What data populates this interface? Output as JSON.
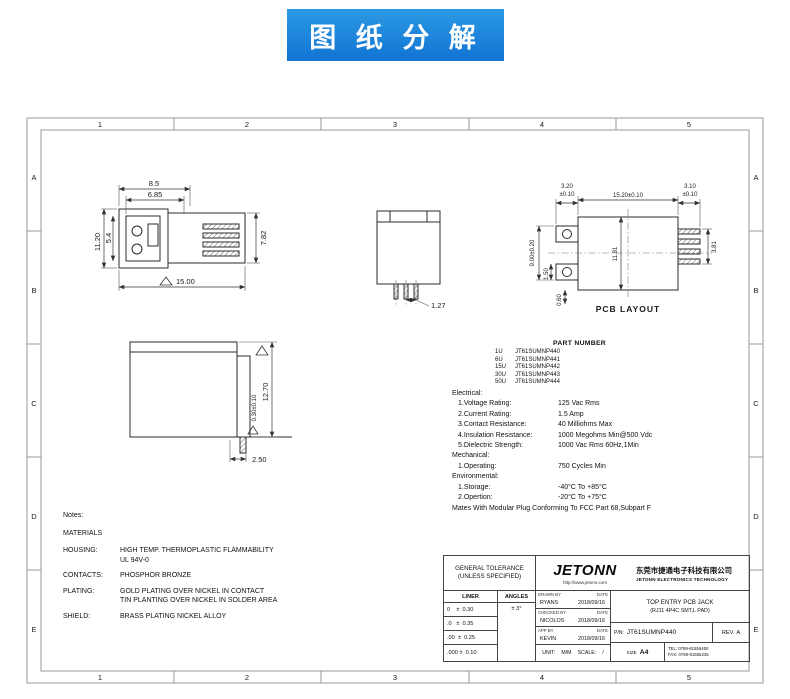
{
  "banner": {
    "title": "图 纸 分 解"
  },
  "frame": {
    "cols": [
      "1",
      "2",
      "3",
      "4",
      "5"
    ],
    "rows": [
      "A",
      "B",
      "C",
      "D",
      "E"
    ]
  },
  "dims": {
    "front": {
      "w_top": "8.5",
      "w_top2": "6.85",
      "h_left": "11.20",
      "h_inner": "5.4",
      "h_right": "7.82",
      "w_bottom": "15.00"
    },
    "side": {
      "pitch": "1.27"
    },
    "pcb": {
      "label": "PCB LAYOUT",
      "pad_w": "3.20",
      "pad_w_tol": "±0.10",
      "body_w": "15.20±0.10",
      "pin_w": "3.10",
      "pin_w_tol": "±0.10",
      "pad_h": "9.00±0.20",
      "pad_off": "1.50",
      "body_h": "11.81",
      "pad_b": "0.60",
      "pin_span": "3.81"
    },
    "profile": {
      "height": "12.70",
      "wall": "0.30±0.10",
      "foot": "2.50"
    }
  },
  "part_number": {
    "title": "PART NUMBER",
    "items": [
      {
        "u": "1U",
        "pn": "JT61SUMNP440"
      },
      {
        "u": "6U",
        "pn": "JT61SUMNP441"
      },
      {
        "u": "15U",
        "pn": "JT61SUMNP442"
      },
      {
        "u": "30U",
        "pn": "JT61SUMNP443"
      },
      {
        "u": "50U",
        "pn": "JT61SUMNP444"
      }
    ]
  },
  "specs": {
    "electrical_heading": "Electrical:",
    "electrical": [
      {
        "label": "1.Voltage Rating:",
        "value": "125 Vac Rms"
      },
      {
        "label": "2.Current Rating:",
        "value": "1.5 Amp"
      },
      {
        "label": "3.Contact Resistance:",
        "value": "40 Milliohms Max"
      },
      {
        "label": "4.Insulation Resistance:",
        "value": "1000 Megohms Min@500 Vdc"
      },
      {
        "label": "5.Dielectric Strength:",
        "value": "1000 Vac Rms 60Hz,1Min"
      }
    ],
    "mechanical_heading": "Mechanical:",
    "mechanical": [
      {
        "label": "1.Operating:",
        "value": "750 Cycles Min"
      }
    ],
    "environmental_heading": "Environmental:",
    "environmental": [
      {
        "label": "1.Storage:",
        "value": "-40°C To +85°C"
      },
      {
        "label": "2.Opertion:",
        "value": "-20°C To +75°C"
      }
    ],
    "mates_note": "Mates With Modular Plug Conforming To FCC Part 68,Subpart F"
  },
  "notes": {
    "heading": "Notes:",
    "materials": "MATERIALS",
    "rows": [
      {
        "label": "HOUSING:",
        "value": "HIGH TEMP. THERMOPLASTIC FLAMMABILITY",
        "value2": "UL 94V-0"
      },
      {
        "label": "CONTACTS:",
        "value": "PHOSPHOR BRONZE",
        "value2": ""
      },
      {
        "label": "PLATING:",
        "value": "GOLD PLATING OVER NICKEL IN CONTACT",
        "value2": "TIN PLANTING OVER NICKEL IN SOLDER AREA"
      },
      {
        "label": "SHIELD:",
        "value": "BRASS PLATING NICKEL ALLOY",
        "value2": ""
      }
    ]
  },
  "title_block": {
    "tolerance_line1": "GENERAL TOLERANCE",
    "tolerance_line2": "(UNLESS SPECIFIED)",
    "liner_header": "LINER",
    "angles_header": "ANGLES",
    "liner_rows": [
      "0    ±  0.30",
      ".0   ±  0.35",
      ".00  ±  0.25",
      ".000 ±  0.10"
    ],
    "angles_value": "±  3°",
    "sign_rows": [
      {
        "role": "DRAWN BY",
        "name": "RYANS",
        "date_label": "DATE",
        "date": "2018/09/16"
      },
      {
        "role": "CHECKED BY",
        "name": "NICOLOS",
        "date_label": "DATE",
        "date": "2018/09/16"
      },
      {
        "role": "APP BY",
        "name": "KEVIN",
        "date_label": "DATE",
        "date": "2018/09/16"
      }
    ],
    "unit_label": "UNIT:",
    "unit_value": "M/M",
    "scale_label": "SCALE:",
    "scale_value": "/",
    "size_label": "SIZE",
    "size_value": "A4",
    "logo": "JETONN",
    "website": "http://www.jetonn.com",
    "company_cn": "东莞市捷通电子科技有限公司",
    "company_en": "JETONN ELECTRONICS TECHNOLOGY",
    "title_line1": "TOP ENTRY PCB JACK",
    "title_line2": "(RJ11 4P4C SMT,L PAD)",
    "pn_label": "P/N:",
    "pn_value": "JT61SUMNP440",
    "rev_label": "REV.",
    "rev_value": "A",
    "tel": "TEL: 0769-81555450",
    "fax": "FAX: 0769-81555245"
  }
}
